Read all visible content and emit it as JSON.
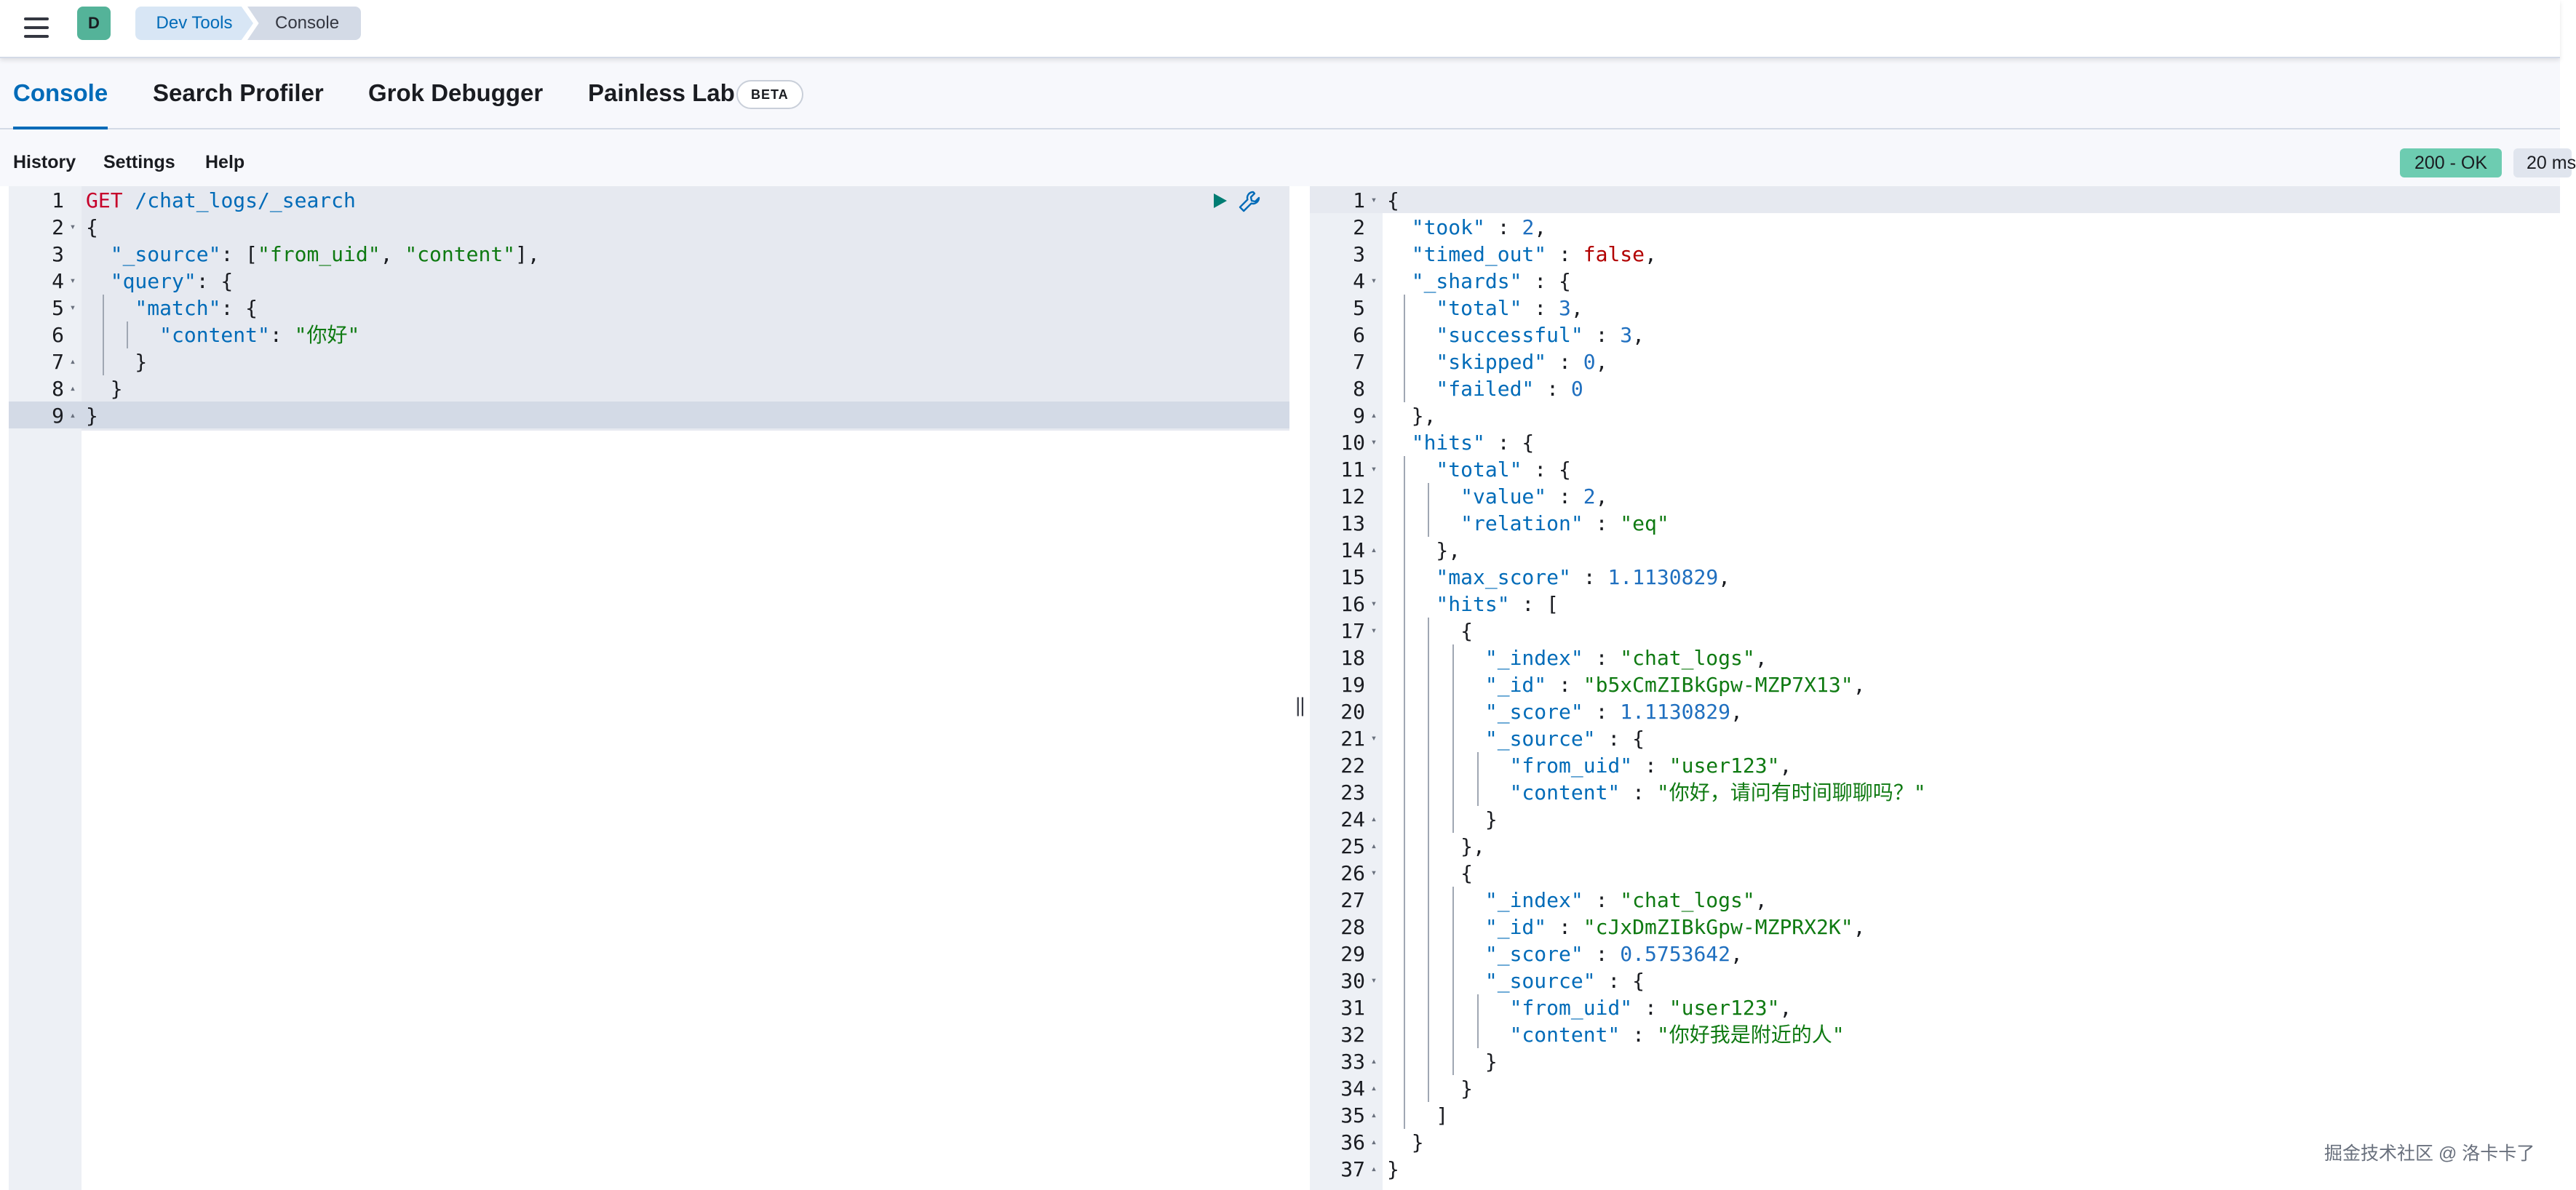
{
  "header": {
    "avatar_letter": "D",
    "breadcrumbs": [
      "Dev Tools",
      "Console"
    ]
  },
  "tabs": [
    {
      "label": "Console",
      "selected": true
    },
    {
      "label": "Search Profiler",
      "selected": false
    },
    {
      "label": "Grok Debugger",
      "selected": false
    },
    {
      "label": "Painless Lab",
      "selected": false
    }
  ],
  "beta_badge": "BETA",
  "toolbar": {
    "history": "History",
    "settings": "Settings",
    "help": "Help",
    "status": "200 - OK",
    "time": "20 ms"
  },
  "colors": {
    "accent": "#006bb8",
    "status_ok": "#6dccb1",
    "avatar": "#54b399"
  },
  "request_lines": [
    [
      {
        "t": "GET",
        "c": "t-method"
      },
      {
        "t": " /chat_logs/_search",
        "c": "t-url"
      }
    ],
    [
      {
        "t": "{",
        "c": "t-punc"
      }
    ],
    [
      {
        "t": "  \"_source\"",
        "c": "t-key"
      },
      {
        "t": ": [",
        "c": "t-punc"
      },
      {
        "t": "\"from_uid\"",
        "c": "t-str"
      },
      {
        "t": ", ",
        "c": "t-punc"
      },
      {
        "t": "\"content\"",
        "c": "t-str"
      },
      {
        "t": "],",
        "c": "t-punc"
      }
    ],
    [
      {
        "t": "  \"query\"",
        "c": "t-key"
      },
      {
        "t": ": {",
        "c": "t-punc"
      }
    ],
    [
      {
        "t": "    \"match\"",
        "c": "t-key"
      },
      {
        "t": ": {",
        "c": "t-punc"
      }
    ],
    [
      {
        "t": "      \"content\"",
        "c": "t-key"
      },
      {
        "t": ": ",
        "c": "t-punc"
      },
      {
        "t": "\"你好\"",
        "c": "t-str"
      }
    ],
    [
      {
        "t": "    }",
        "c": "t-punc"
      }
    ],
    [
      {
        "t": "  }",
        "c": "t-punc"
      }
    ],
    [
      {
        "t": "}",
        "c": "t-punc"
      }
    ]
  ],
  "request_folds": [
    "",
    "▾",
    "",
    "▾",
    "▾",
    "",
    "▴",
    "▴",
    "▴"
  ],
  "request_guides": [
    [],
    [],
    [],
    [],
    [
      1
    ],
    [
      1,
      2
    ],
    [
      1
    ],
    [],
    []
  ],
  "response_lines": [
    [
      {
        "t": "{",
        "c": "t-punc"
      }
    ],
    [
      {
        "t": "  \"took\"",
        "c": "t-key"
      },
      {
        "t": " : ",
        "c": "t-punc"
      },
      {
        "t": "2",
        "c": "t-num"
      },
      {
        "t": ",",
        "c": "t-punc"
      }
    ],
    [
      {
        "t": "  \"timed_out\"",
        "c": "t-key"
      },
      {
        "t": " : ",
        "c": "t-punc"
      },
      {
        "t": "false",
        "c": "t-bool"
      },
      {
        "t": ",",
        "c": "t-punc"
      }
    ],
    [
      {
        "t": "  \"_shards\"",
        "c": "t-key"
      },
      {
        "t": " : {",
        "c": "t-punc"
      }
    ],
    [
      {
        "t": "    \"total\"",
        "c": "t-key"
      },
      {
        "t": " : ",
        "c": "t-punc"
      },
      {
        "t": "3",
        "c": "t-num"
      },
      {
        "t": ",",
        "c": "t-punc"
      }
    ],
    [
      {
        "t": "    \"successful\"",
        "c": "t-key"
      },
      {
        "t": " : ",
        "c": "t-punc"
      },
      {
        "t": "3",
        "c": "t-num"
      },
      {
        "t": ",",
        "c": "t-punc"
      }
    ],
    [
      {
        "t": "    \"skipped\"",
        "c": "t-key"
      },
      {
        "t": " : ",
        "c": "t-punc"
      },
      {
        "t": "0",
        "c": "t-num"
      },
      {
        "t": ",",
        "c": "t-punc"
      }
    ],
    [
      {
        "t": "    \"failed\"",
        "c": "t-key"
      },
      {
        "t": " : ",
        "c": "t-punc"
      },
      {
        "t": "0",
        "c": "t-num"
      }
    ],
    [
      {
        "t": "  },",
        "c": "t-punc"
      }
    ],
    [
      {
        "t": "  \"hits\"",
        "c": "t-key"
      },
      {
        "t": " : {",
        "c": "t-punc"
      }
    ],
    [
      {
        "t": "    \"total\"",
        "c": "t-key"
      },
      {
        "t": " : {",
        "c": "t-punc"
      }
    ],
    [
      {
        "t": "      \"value\"",
        "c": "t-key"
      },
      {
        "t": " : ",
        "c": "t-punc"
      },
      {
        "t": "2",
        "c": "t-num"
      },
      {
        "t": ",",
        "c": "t-punc"
      }
    ],
    [
      {
        "t": "      \"relation\"",
        "c": "t-key"
      },
      {
        "t": " : ",
        "c": "t-punc"
      },
      {
        "t": "\"eq\"",
        "c": "t-str"
      }
    ],
    [
      {
        "t": "    },",
        "c": "t-punc"
      }
    ],
    [
      {
        "t": "    \"max_score\"",
        "c": "t-key"
      },
      {
        "t": " : ",
        "c": "t-punc"
      },
      {
        "t": "1.1130829",
        "c": "t-num"
      },
      {
        "t": ",",
        "c": "t-punc"
      }
    ],
    [
      {
        "t": "    \"hits\"",
        "c": "t-key"
      },
      {
        "t": " : [",
        "c": "t-punc"
      }
    ],
    [
      {
        "t": "      {",
        "c": "t-punc"
      }
    ],
    [
      {
        "t": "        \"_index\"",
        "c": "t-key"
      },
      {
        "t": " : ",
        "c": "t-punc"
      },
      {
        "t": "\"chat_logs\"",
        "c": "t-str"
      },
      {
        "t": ",",
        "c": "t-punc"
      }
    ],
    [
      {
        "t": "        \"_id\"",
        "c": "t-key"
      },
      {
        "t": " : ",
        "c": "t-punc"
      },
      {
        "t": "\"b5xCmZIBkGpw-MZP7X13\"",
        "c": "t-str"
      },
      {
        "t": ",",
        "c": "t-punc"
      }
    ],
    [
      {
        "t": "        \"_score\"",
        "c": "t-key"
      },
      {
        "t": " : ",
        "c": "t-punc"
      },
      {
        "t": "1.1130829",
        "c": "t-num"
      },
      {
        "t": ",",
        "c": "t-punc"
      }
    ],
    [
      {
        "t": "        \"_source\"",
        "c": "t-key"
      },
      {
        "t": " : {",
        "c": "t-punc"
      }
    ],
    [
      {
        "t": "          \"from_uid\"",
        "c": "t-key"
      },
      {
        "t": " : ",
        "c": "t-punc"
      },
      {
        "t": "\"user123\"",
        "c": "t-str"
      },
      {
        "t": ",",
        "c": "t-punc"
      }
    ],
    [
      {
        "t": "          \"content\"",
        "c": "t-key"
      },
      {
        "t": " : ",
        "c": "t-punc"
      },
      {
        "t": "\"你好，请问有时间聊聊吗？\"",
        "c": "t-str"
      }
    ],
    [
      {
        "t": "        }",
        "c": "t-punc"
      }
    ],
    [
      {
        "t": "      },",
        "c": "t-punc"
      }
    ],
    [
      {
        "t": "      {",
        "c": "t-punc"
      }
    ],
    [
      {
        "t": "        \"_index\"",
        "c": "t-key"
      },
      {
        "t": " : ",
        "c": "t-punc"
      },
      {
        "t": "\"chat_logs\"",
        "c": "t-str"
      },
      {
        "t": ",",
        "c": "t-punc"
      }
    ],
    [
      {
        "t": "        \"_id\"",
        "c": "t-key"
      },
      {
        "t": " : ",
        "c": "t-punc"
      },
      {
        "t": "\"cJxDmZIBkGpw-MZPRX2K\"",
        "c": "t-str"
      },
      {
        "t": ",",
        "c": "t-punc"
      }
    ],
    [
      {
        "t": "        \"_score\"",
        "c": "t-key"
      },
      {
        "t": " : ",
        "c": "t-punc"
      },
      {
        "t": "0.5753642",
        "c": "t-num"
      },
      {
        "t": ",",
        "c": "t-punc"
      }
    ],
    [
      {
        "t": "        \"_source\"",
        "c": "t-key"
      },
      {
        "t": " : {",
        "c": "t-punc"
      }
    ],
    [
      {
        "t": "          \"from_uid\"",
        "c": "t-key"
      },
      {
        "t": " : ",
        "c": "t-punc"
      },
      {
        "t": "\"user123\"",
        "c": "t-str"
      },
      {
        "t": ",",
        "c": "t-punc"
      }
    ],
    [
      {
        "t": "          \"content\"",
        "c": "t-key"
      },
      {
        "t": " : ",
        "c": "t-punc"
      },
      {
        "t": "\"你好我是附近的人\"",
        "c": "t-str"
      }
    ],
    [
      {
        "t": "        }",
        "c": "t-punc"
      }
    ],
    [
      {
        "t": "      }",
        "c": "t-punc"
      }
    ],
    [
      {
        "t": "    ]",
        "c": "t-punc"
      }
    ],
    [
      {
        "t": "  }",
        "c": "t-punc"
      }
    ],
    [
      {
        "t": "}",
        "c": "t-punc"
      }
    ]
  ],
  "response_folds": [
    "▾",
    "",
    "",
    "▾",
    "",
    "",
    "",
    "",
    "▴",
    "▾",
    "▾",
    "",
    "",
    "▴",
    "",
    "▾",
    "▾",
    "",
    "",
    "",
    "▾",
    "",
    "",
    "▴",
    "▴",
    "▾",
    "",
    "",
    "",
    "▾",
    "",
    "",
    "▴",
    "▴",
    "▴",
    "▴",
    "▴"
  ],
  "response_guides": [
    [],
    [],
    [],
    [],
    [
      1
    ],
    [
      1
    ],
    [
      1
    ],
    [
      1
    ],
    [],
    [],
    [
      1
    ],
    [
      1,
      2
    ],
    [
      1,
      2
    ],
    [
      1
    ],
    [
      1
    ],
    [
      1
    ],
    [
      1,
      2
    ],
    [
      1,
      2,
      3
    ],
    [
      1,
      2,
      3
    ],
    [
      1,
      2,
      3
    ],
    [
      1,
      2,
      3
    ],
    [
      1,
      2,
      3,
      4
    ],
    [
      1,
      2,
      3,
      4
    ],
    [
      1,
      2,
      3
    ],
    [
      1,
      2
    ],
    [
      1,
      2
    ],
    [
      1,
      2,
      3
    ],
    [
      1,
      2,
      3
    ],
    [
      1,
      2,
      3
    ],
    [
      1,
      2,
      3
    ],
    [
      1,
      2,
      3,
      4
    ],
    [
      1,
      2,
      3,
      4
    ],
    [
      1,
      2,
      3
    ],
    [
      1,
      2
    ],
    [
      1
    ],
    [],
    []
  ],
  "watermark": "掘金技术社区 @ 洛卡卡了"
}
